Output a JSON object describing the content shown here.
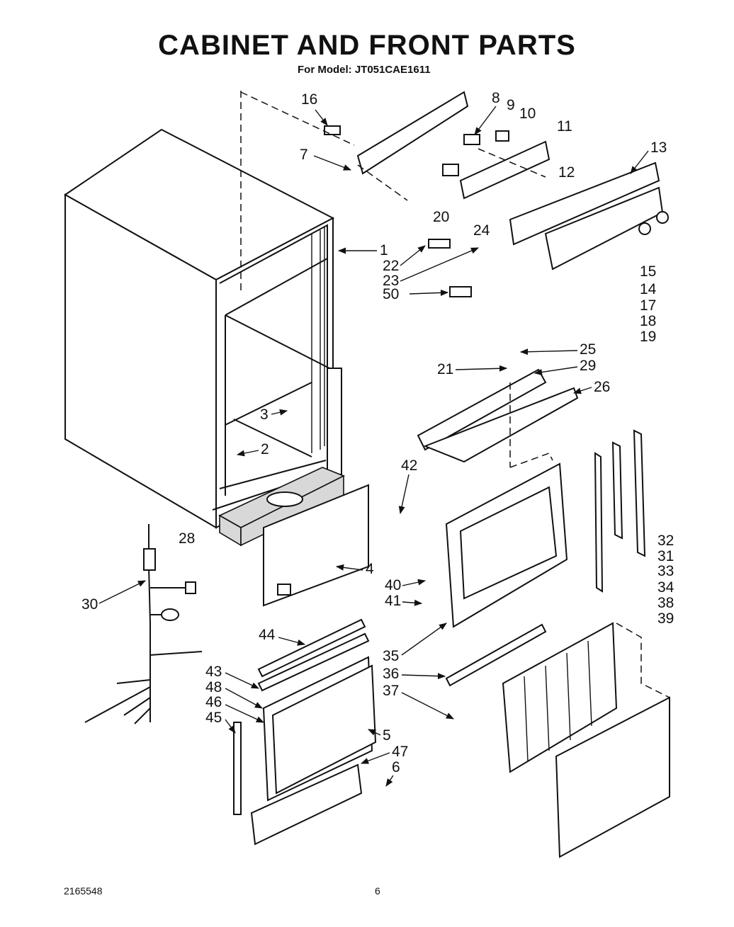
{
  "header": {
    "title": "CABINET AND FRONT PARTS",
    "subtitle": "For Model: JT051CAE1611"
  },
  "footer": {
    "doc_number": "2165548",
    "page_number": "6"
  },
  "parts": [
    "1",
    "2",
    "3",
    "4",
    "5",
    "6",
    "7",
    "8",
    "9",
    "10",
    "11",
    "12",
    "13",
    "14",
    "15",
    "16",
    "17",
    "18",
    "19",
    "20",
    "21",
    "22",
    "23",
    "24",
    "25",
    "26",
    "28",
    "29",
    "30",
    "31",
    "32",
    "33",
    "34",
    "35",
    "36",
    "37",
    "38",
    "39",
    "40",
    "41",
    "42",
    "43",
    "44",
    "45",
    "46",
    "47",
    "48",
    "50"
  ]
}
